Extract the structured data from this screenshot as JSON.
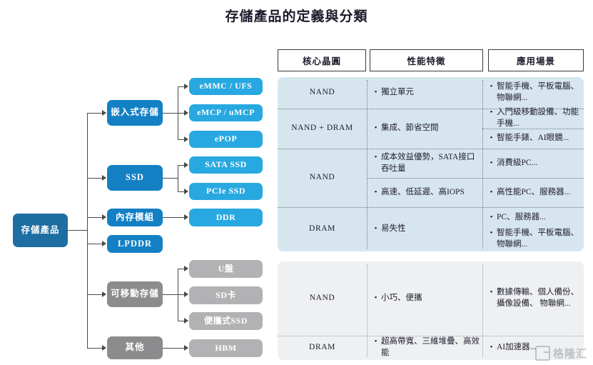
{
  "title": "存儲產品的定義與分類",
  "diagram": {
    "root": {
      "label": "存儲產品"
    },
    "branches": [
      {
        "label": "嵌入式存儲",
        "style": "blue",
        "children": [
          {
            "label": "eMMC / UFS"
          },
          {
            "label": "eMCP / uMCP"
          },
          {
            "label": "ePOP"
          }
        ]
      },
      {
        "label": "SSD",
        "style": "blue",
        "children": [
          {
            "label": "SATA SSD"
          },
          {
            "label": "PCIe SSD"
          }
        ]
      },
      {
        "label": "內存模組",
        "style": "blue",
        "children": [
          {
            "label": "DDR"
          }
        ]
      },
      {
        "label": "LPDDR",
        "style": "blue",
        "children": []
      },
      {
        "label": "可移動存儲",
        "style": "gray",
        "children": [
          {
            "label": "U盤"
          },
          {
            "label": "SD卡"
          },
          {
            "label": "便攜式SSD"
          }
        ]
      },
      {
        "label": "其他",
        "style": "gray",
        "children": [
          {
            "label": "HBM"
          }
        ]
      }
    ]
  },
  "table": {
    "headers": [
      {
        "label": "核心晶圓"
      },
      {
        "label": "性能特徵"
      },
      {
        "label": "應用場景"
      }
    ],
    "rows": [
      {
        "chip": "NAND",
        "features": [
          "獨立單元"
        ],
        "scenarios": [
          "智能手機、平板電腦、物聯網..."
        ]
      },
      {
        "chip": "NAND + DRAM",
        "features": [
          "集成、節省空間"
        ],
        "scenarios": [
          "入門級移動設備、功能手機...",
          "智能手錶、AI眼鏡..."
        ]
      },
      {
        "chip": "NAND",
        "features": [
          "成本效益優勢，SATA接口吞吐量",
          "高速、低延遲、高IOPS"
        ],
        "scenarios": [
          "消費級PC...",
          "高性能PC、服務器..."
        ]
      },
      {
        "chip": "DRAM",
        "features": [
          "易失性"
        ],
        "scenarios": [
          "PC、服務器...",
          "智能手機、平板電腦、物聯網..."
        ]
      },
      {
        "chip": "NAND",
        "features": [
          "小巧、便攜"
        ],
        "scenarios": [
          "數據傳輸、個人備份、攝像設備、 物聯網..."
        ]
      },
      {
        "chip": "DRAM",
        "features": [
          "超高帶寬、三維堆疊、高效能"
        ],
        "scenarios": [
          "AI加速器..."
        ]
      }
    ]
  },
  "watermark": {
    "text": "格隆汇"
  },
  "colors": {
    "root_blue": "#1d6ea3",
    "level2_blue": "#1380c4",
    "level3_blue": "#28a8e0",
    "level2_gray": "#8c8c8e",
    "level3_gray": "#b2b2b4",
    "panel_blue": "#d7e5ef",
    "panel_gray": "#eff0f2"
  }
}
